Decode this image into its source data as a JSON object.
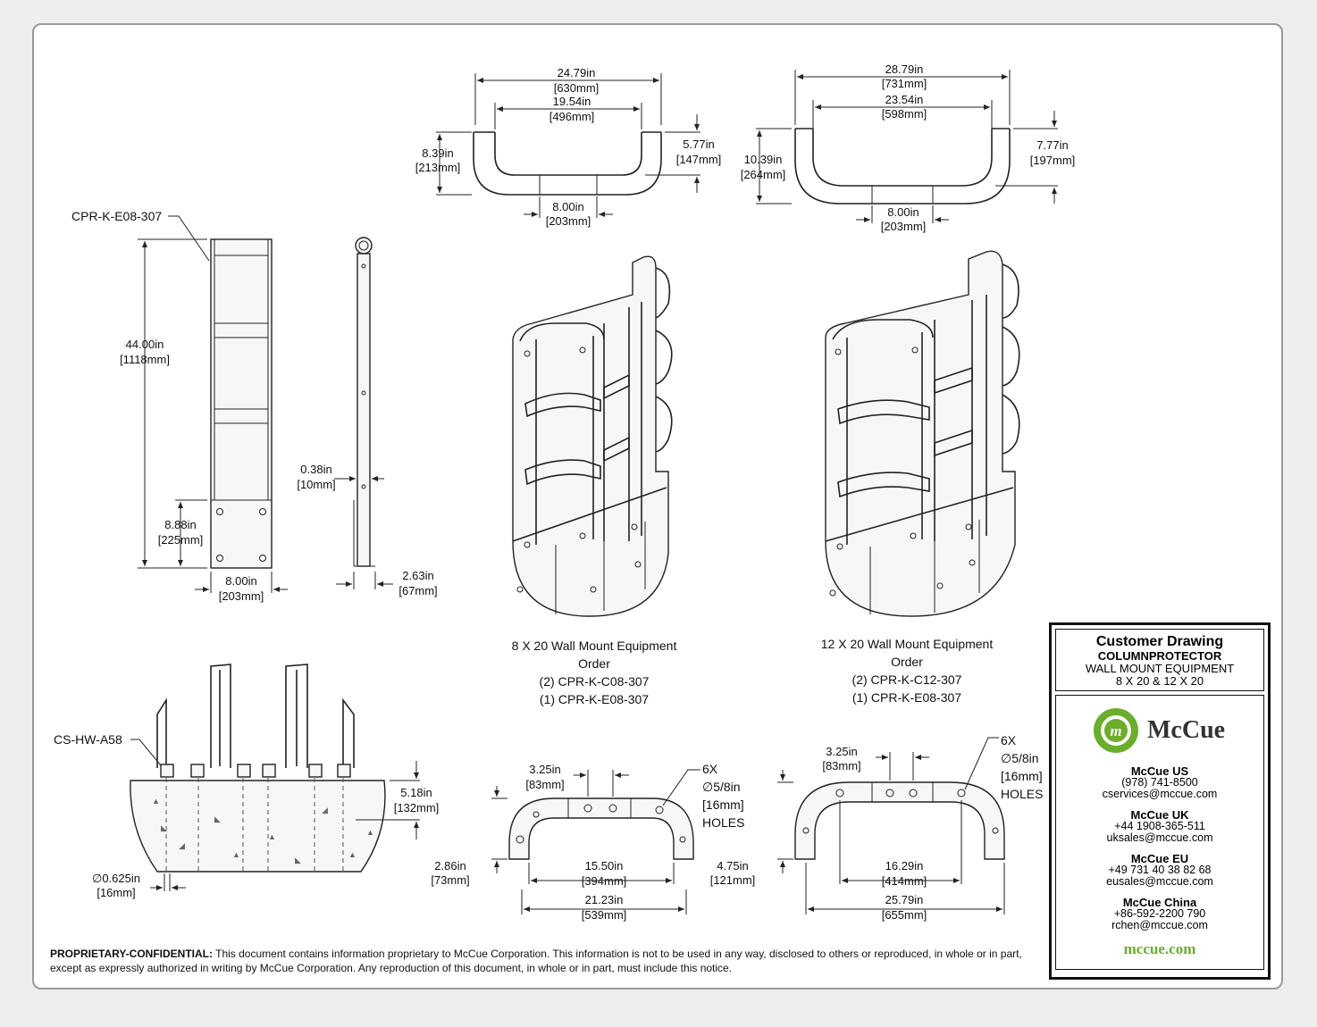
{
  "top_views": {
    "small": {
      "outer_width": [
        "24.79in",
        "[630mm]"
      ],
      "inner_width": [
        "19.54in",
        "[496mm]"
      ],
      "height_left": [
        "8.39in",
        "[213mm]"
      ],
      "height_right": [
        "5.77in",
        "[147mm]"
      ],
      "center": [
        "8.00in",
        "[203mm]"
      ]
    },
    "large": {
      "outer_width": [
        "28.79in",
        "[731mm]"
      ],
      "inner_width": [
        "23.54in",
        "[598mm]"
      ],
      "height_left": [
        "10.39in",
        "[264mm]"
      ],
      "height_right": [
        "7.77in",
        "[197mm]"
      ],
      "center": [
        "8.00in",
        "[203mm]"
      ]
    }
  },
  "end_view": {
    "part_label": "CPR-K-E08-307",
    "height": [
      "44.00in",
      "[1118mm]"
    ],
    "base_height": [
      "8.88in",
      "[225mm]"
    ],
    "width": [
      "8.00in",
      "[203mm]"
    ],
    "thickness": [
      "0.38in",
      "[10mm]"
    ],
    "depth": [
      "2.63in",
      "[67mm]"
    ]
  },
  "orders": {
    "small": [
      "8 X 20 Wall Mount Equipment",
      "Order",
      "(2) CPR-K-C08-307",
      "(1) CPR-K-E08-307"
    ],
    "large": [
      "12 X 20 Wall Mount Equipment",
      "Order",
      "(2) CPR-K-C12-307",
      "(1) CPR-K-E08-307"
    ]
  },
  "anchor_view": {
    "label": "CS-HW-A58",
    "embed_depth": [
      "5.18in",
      "[132mm]"
    ],
    "diameter": [
      "∅0.625in",
      "[16mm]"
    ]
  },
  "base_views": {
    "small": {
      "hole_spacing": [
        "3.25in",
        "[83mm]"
      ],
      "holes": [
        "6X",
        "∅5/8in",
        "[16mm]",
        "HOLES"
      ],
      "side": [
        "2.86in",
        "[73mm]"
      ],
      "inner": [
        "15.50in",
        "[394mm]"
      ],
      "outer": [
        "21.23in",
        "[539mm]"
      ]
    },
    "large": {
      "hole_spacing": [
        "3.25in",
        "[83mm]"
      ],
      "holes": [
        "6X",
        "∅5/8in",
        "[16mm]",
        "HOLES"
      ],
      "side": [
        "4.75in",
        "[121mm]"
      ],
      "inner": [
        "16.29in",
        "[414mm]"
      ],
      "outer": [
        "25.79in",
        "[655mm]"
      ]
    }
  },
  "title_block": {
    "title": "Customer Drawing",
    "subtitle": "COLUMNPROTECTOR",
    "line3": "WALL MOUNT EQUIPMENT",
    "line4": "8 X 20 & 12 X 20",
    "logo_text": "McCue",
    "logo_mark": "m",
    "offices": [
      {
        "name": "McCue US",
        "phone": "(978) 741-8500",
        "email": "cservices@mccue.com"
      },
      {
        "name": "McCue UK",
        "phone": "+44 1908-365-511",
        "email": "uksales@mccue.com"
      },
      {
        "name": "McCue EU",
        "phone": "+49 731 40 38 82 68",
        "email": "eusales@mccue.com"
      },
      {
        "name": "McCue China",
        "phone": "+86-592-2200 790",
        "email": "rchen@mccue.com"
      }
    ],
    "website": "mccue.com",
    "brand_color": "#6aae2a"
  },
  "notice": {
    "heading": "PROPRIETARY-CONFIDENTIAL:",
    "text": " This document contains information proprietary to McCue Corporation. This information is not to be used in any way, disclosed to others or reproduced, in whole or in part, except as expressly authorized in writing by McCue Corporation. Any reproduction of this document, in whole or in part, must include this notice."
  }
}
